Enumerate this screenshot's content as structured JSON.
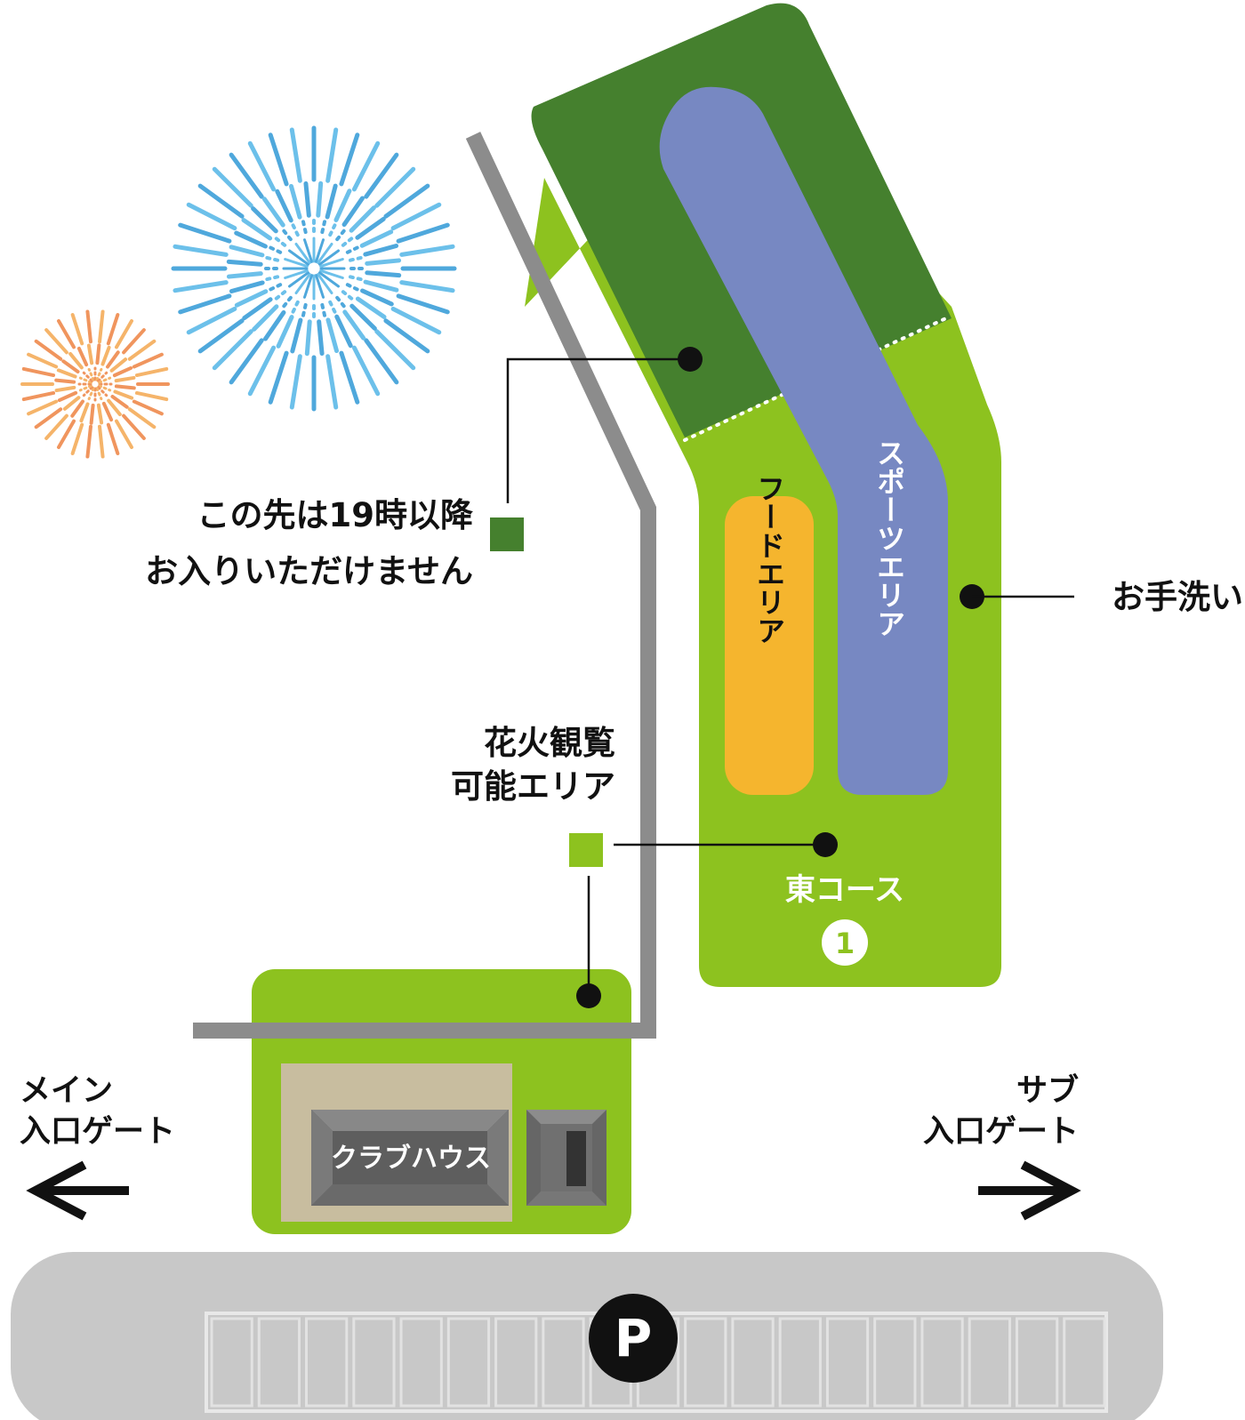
{
  "labels": {
    "notice_line1": "この先は19時以降",
    "notice_line2": "お入りいただけません",
    "viewing_line1": "花火観覧",
    "viewing_line2": "可能エリア",
    "food_area": "フードエリア",
    "sports_area": "スポーツエリア",
    "east_course": "東コース",
    "course_number": "1",
    "restroom": "お手洗い",
    "clubhouse": "クラブハウス",
    "main_gate_line1": "メイン",
    "main_gate_line2": "入口ゲート",
    "sub_gate_line1": "サブ",
    "sub_gate_line2": "入口ゲート",
    "parking": "P"
  },
  "colors": {
    "dark_green": "#45802E",
    "light_green": "#8DC21F",
    "sports_blue": "#7788C2",
    "food_orange": "#F5B52E",
    "path_gray": "#8C8C8C",
    "parking_gray": "#C8C8C8",
    "clubhouse_tan": "#C8BD9F",
    "firework_blue": "#4FA8DC",
    "firework_orange": "#F0955E"
  },
  "legend": [
    {
      "name": "restricted-after-19",
      "color": "#45802E"
    },
    {
      "name": "viewing-area",
      "color": "#8DC21F"
    }
  ]
}
